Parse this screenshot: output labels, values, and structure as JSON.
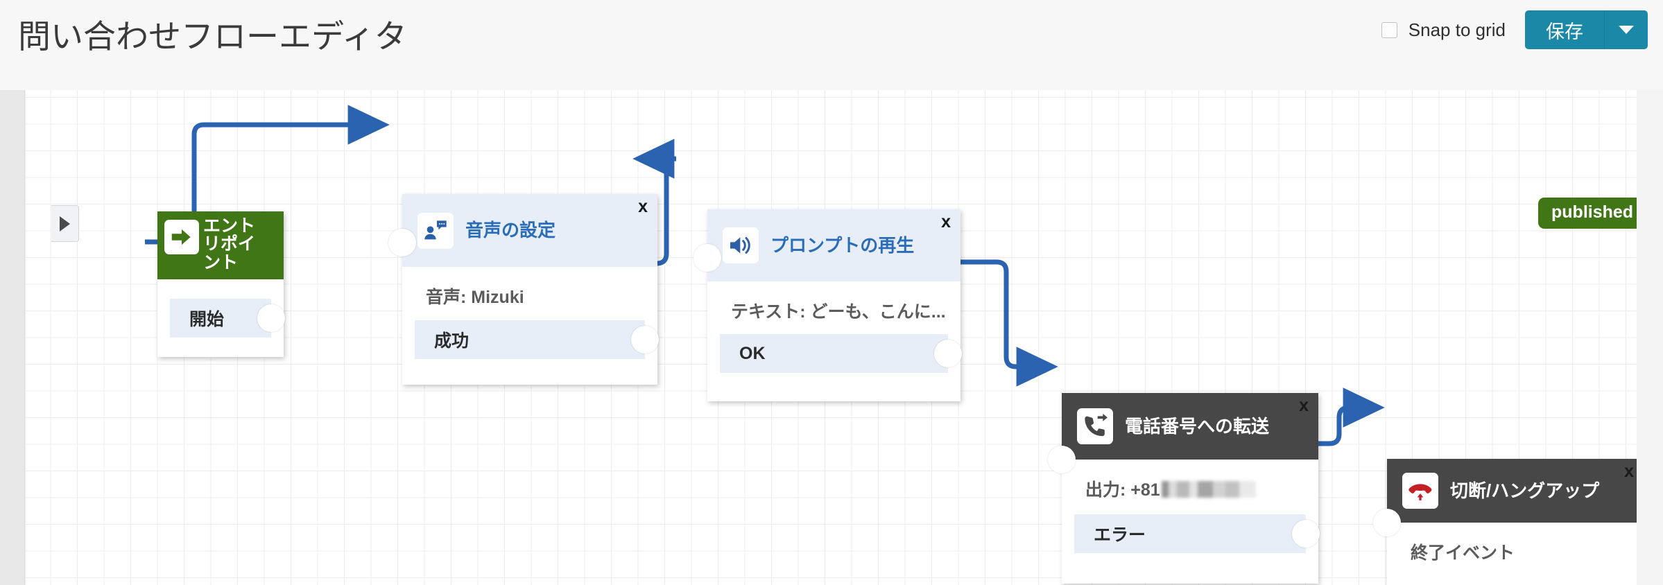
{
  "header": {
    "title": "問い合わせフローエディタ",
    "snap_to_grid_label": "Snap to grid",
    "snap_to_grid_checked": false,
    "save_label": "保存",
    "save_dropdown_icon": "chevron-down-icon",
    "accent_color": "#1c88a8"
  },
  "canvas": {
    "panel_toggle_icon": "triangle-right-icon",
    "status_badge": "published",
    "status_badge_color": "#407615",
    "grid_visible": true,
    "edge_color": "#2b63b0"
  },
  "nodes": [
    {
      "id": "entry",
      "title": "エントリポイント",
      "icon": "arrow-right-entry-icon",
      "header_color": "#407615",
      "body": "",
      "close_label": "",
      "ports": [
        {
          "label": "開始"
        }
      ]
    },
    {
      "id": "voice",
      "title": "音声の設定",
      "icon": "person-speaking-icon",
      "header_color": "#e7eef8",
      "body": "音声: Mizuki",
      "close_label": "x",
      "ports": [
        {
          "label": "成功"
        }
      ]
    },
    {
      "id": "prompt",
      "title": "プロンプトの再生",
      "icon": "speaker-icon",
      "header_color": "#e7eef8",
      "body": "テキスト: どーも、こんに...",
      "close_label": "x",
      "ports": [
        {
          "label": "OK"
        }
      ]
    },
    {
      "id": "transfer",
      "title": "電話番号への転送",
      "icon": "call-forward-icon",
      "header_color": "#474747",
      "body_prefix": "出力: +81",
      "body_redacted": true,
      "close_label": "x",
      "ports": [
        {
          "label": "エラー"
        }
      ]
    },
    {
      "id": "hangup",
      "title": "切断/ハングアップ",
      "icon": "hangup-phone-icon",
      "header_color": "#474747",
      "body": "終了イベント",
      "close_label": "x",
      "ports": []
    }
  ]
}
